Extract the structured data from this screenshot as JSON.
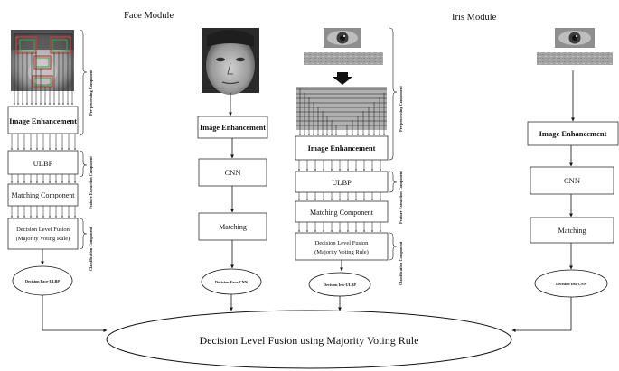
{
  "modules": {
    "face": "Face Module",
    "iris": "Iris Module"
  },
  "face_ulbp": {
    "enhancement": "Image Enhancement",
    "ulbp": "ULBP",
    "matching": "Matching Component",
    "fusion_line1": "Decision Level Fusion",
    "fusion_line2": "(Majority Voting Rule)",
    "decision": "Decision Face-ULBP",
    "side_pre": "Pre-processing Component",
    "side_feat": "Feature Extraction Component",
    "side_class": "Classification Component"
  },
  "face_cnn": {
    "enhancement": "Image Enhancement",
    "cnn": "CNN",
    "matching": "Matching",
    "decision": "Decision Face-CNN"
  },
  "iris_ulbp": {
    "enhancement": "Image Enhancement",
    "ulbp": "ULBP",
    "matching": "Matching Component",
    "fusion_line1": "Decision Level Fusion",
    "fusion_line2": "(Majority Voting Rule)",
    "decision": "Decision Iris-ULBP",
    "side_pre": "Pre-processing Component",
    "side_feat": "Feature Extraction Component",
    "side_class": "Classification Component"
  },
  "iris_cnn": {
    "enhancement": "Image Enhancement",
    "cnn": "CNN",
    "matching": "Matching",
    "decision": "Decision Iris-CNN"
  },
  "final": {
    "label": "Decision Level Fusion using Majority Voting Rule"
  },
  "colors": {
    "face_dark": "#4a4a4a",
    "face_light": "#cfcfcf",
    "iris_band": "#9a9a9a",
    "roi_red": "#d23a3a",
    "roi_green": "#3aa84a"
  }
}
